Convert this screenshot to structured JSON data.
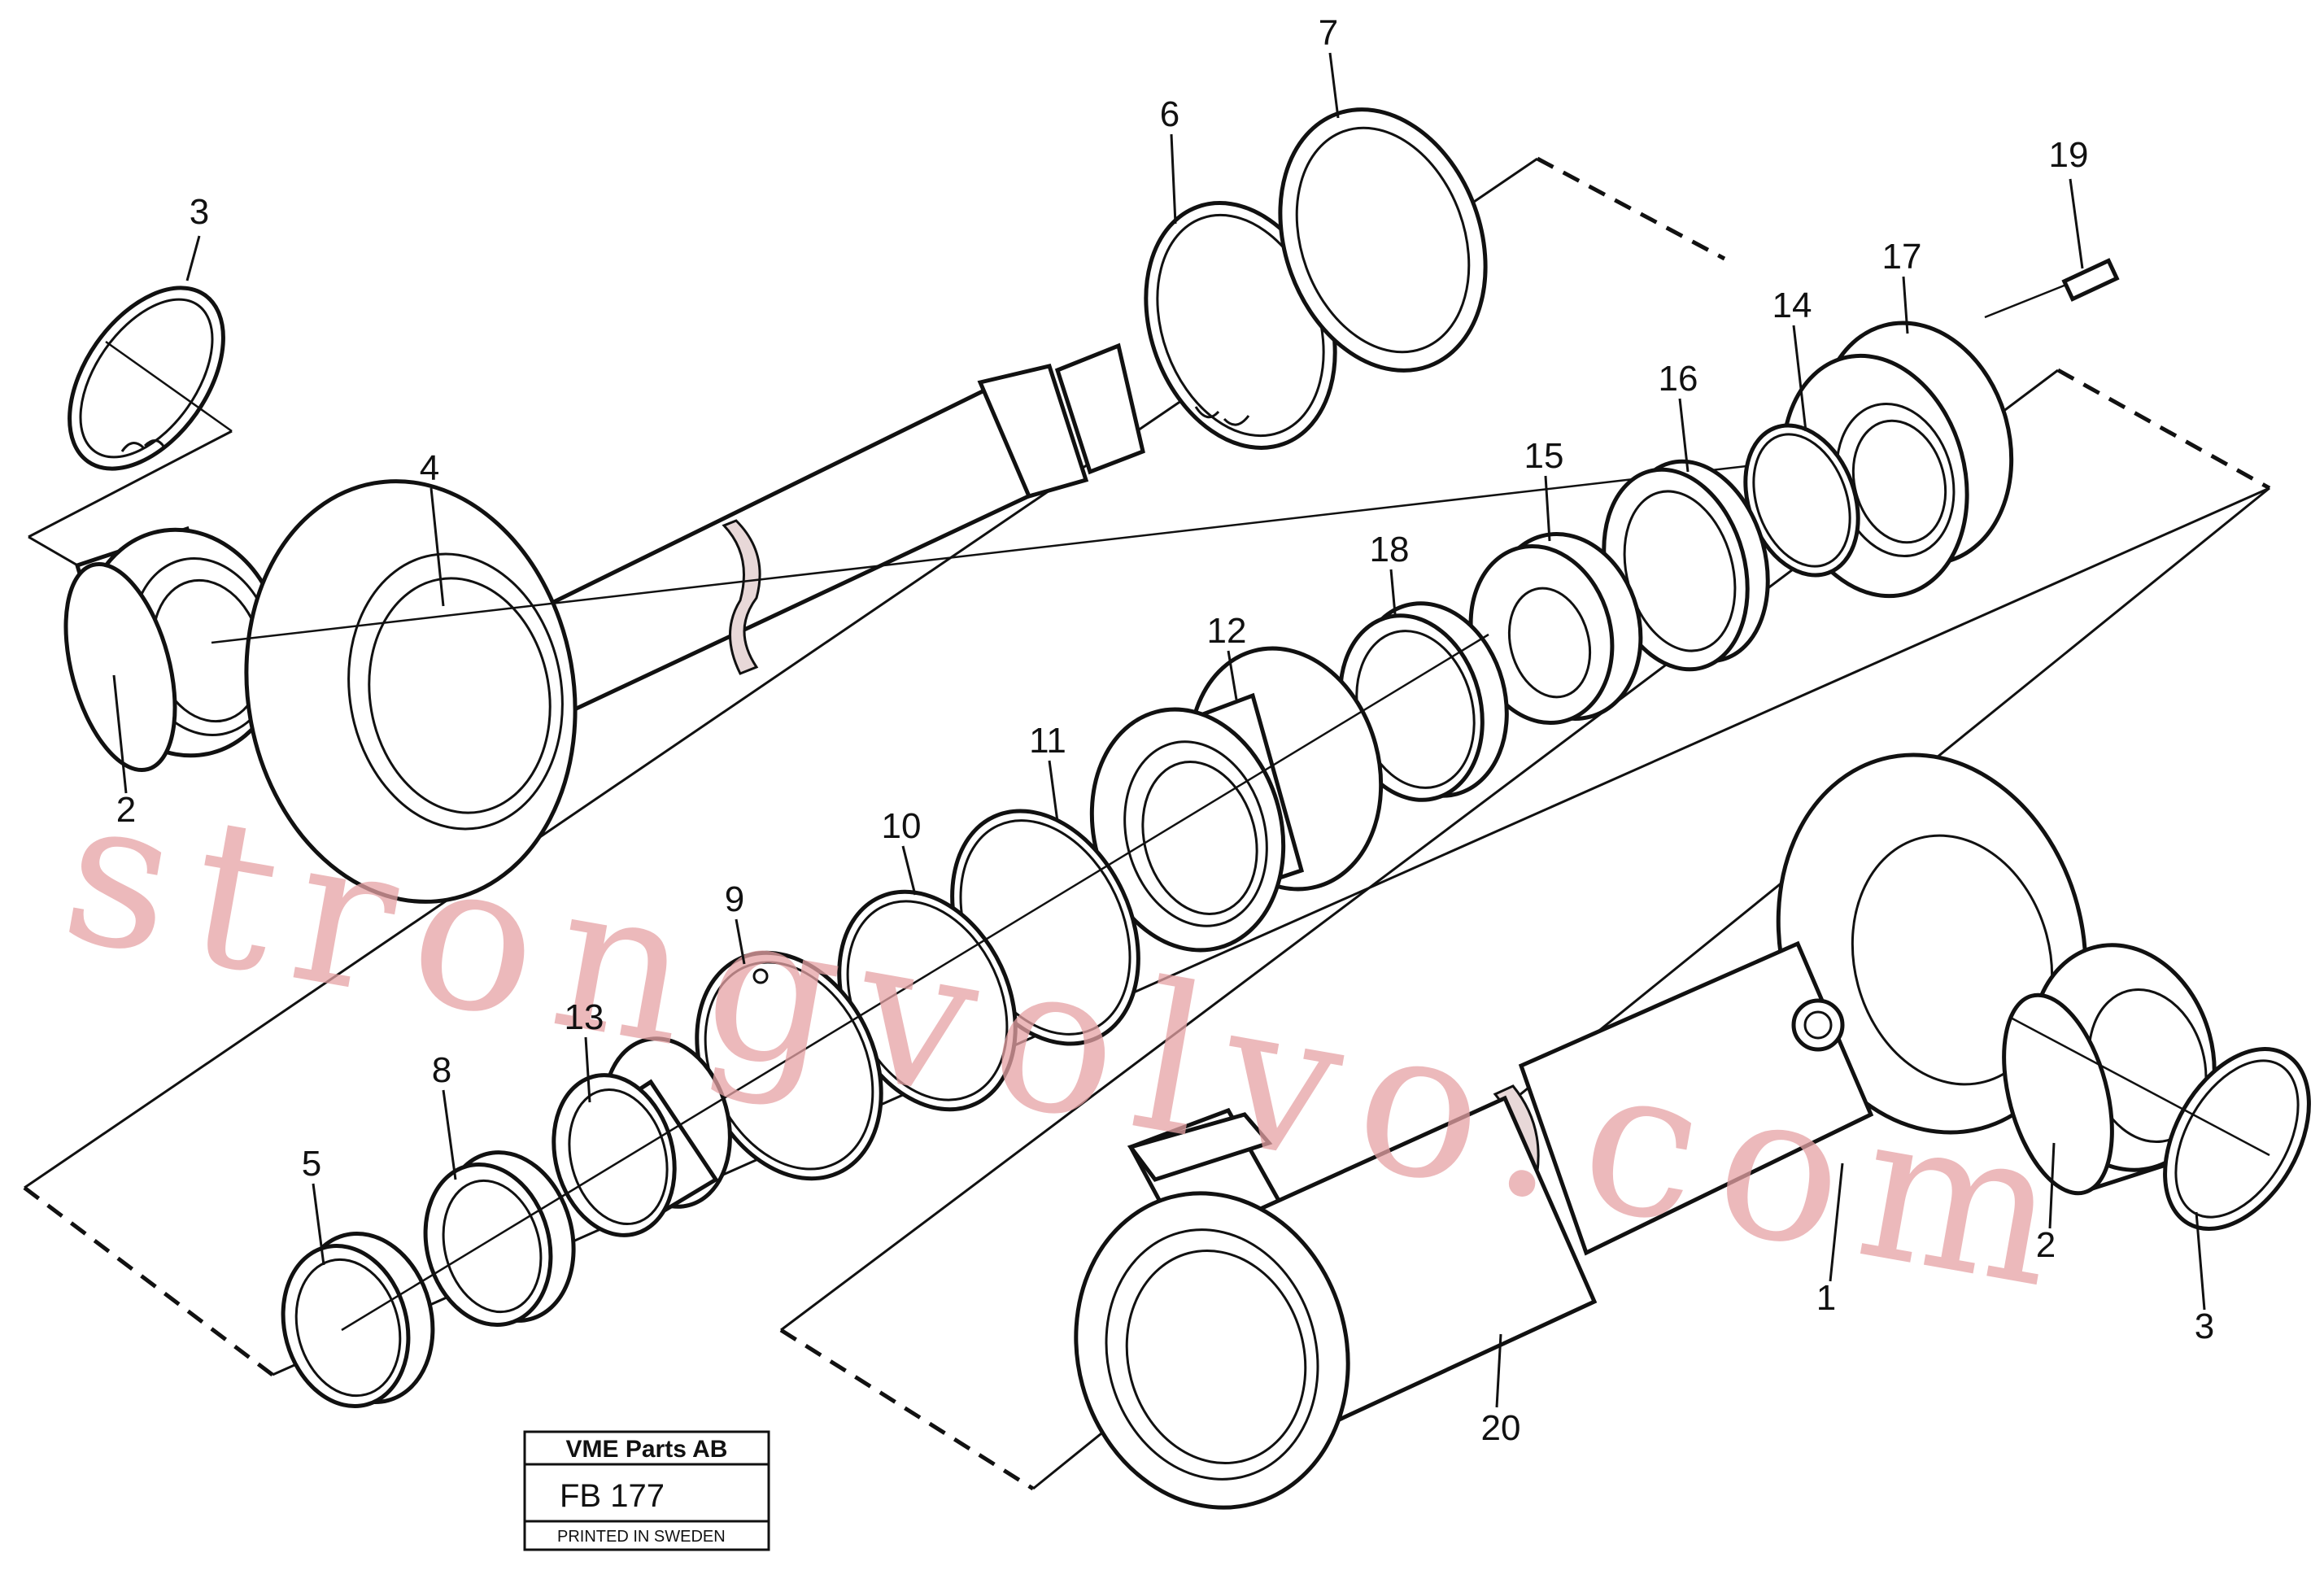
{
  "callouts": [
    {
      "id": "p1",
      "label": "1"
    },
    {
      "id": "p2a",
      "label": "2"
    },
    {
      "id": "p2b",
      "label": "2"
    },
    {
      "id": "p3a",
      "label": "3"
    },
    {
      "id": "p3b",
      "label": "3"
    },
    {
      "id": "p4",
      "label": "4"
    },
    {
      "id": "p5",
      "label": "5"
    },
    {
      "id": "p6",
      "label": "6"
    },
    {
      "id": "p7",
      "label": "7"
    },
    {
      "id": "p8",
      "label": "8"
    },
    {
      "id": "p9",
      "label": "9"
    },
    {
      "id": "p10",
      "label": "10"
    },
    {
      "id": "p11",
      "label": "11"
    },
    {
      "id": "p12",
      "label": "12"
    },
    {
      "id": "p13",
      "label": "13"
    },
    {
      "id": "p14",
      "label": "14"
    },
    {
      "id": "p15",
      "label": "15"
    },
    {
      "id": "p16",
      "label": "16"
    },
    {
      "id": "p17",
      "label": "17"
    },
    {
      "id": "p18",
      "label": "18"
    },
    {
      "id": "p19",
      "label": "19"
    },
    {
      "id": "p20",
      "label": "20"
    }
  ],
  "title_block": {
    "company": "VME Parts AB",
    "drawing_code": "FB 177",
    "printed": "PRINTED IN SWEDEN"
  },
  "watermark": "strongvolvo.com"
}
